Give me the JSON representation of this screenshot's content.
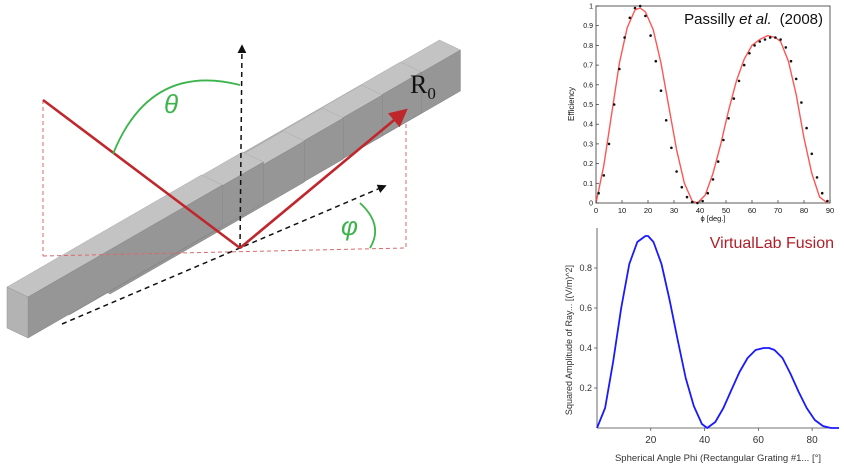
{
  "diagram": {
    "theta_symbol": "θ",
    "phi_symbol": "φ",
    "r0_label": "R",
    "r0_subscript": "0"
  },
  "colors": {
    "incident_ray": "#c0272d",
    "angle_arc": "#3cb44b",
    "measured_red": "#ff5555",
    "simulated_blue": "#1a1aff",
    "fusion_title": "#b0202a"
  },
  "chart_data": [
    {
      "type": "line",
      "title_main": "Passilly ",
      "title_italic": "et al.",
      "title_year": "(2008)",
      "xlabel": "ϕ [deg.]",
      "ylabel": "Efficiency",
      "xlim": [
        0,
        90
      ],
      "ylim": [
        0,
        1
      ],
      "x_ticks": [
        0,
        10,
        20,
        30,
        40,
        50,
        60,
        70,
        80,
        90
      ],
      "y_ticks": [
        0,
        0.1,
        0.2,
        0.3,
        0.4,
        0.5,
        0.6,
        0.7,
        0.8,
        0.9,
        1
      ],
      "y_tick_labels": [
        "0",
        "0.1",
        "0.2",
        "0.3",
        "0.4",
        "0.5",
        "0.6",
        "0.7",
        "0.8",
        "0.9",
        "1"
      ],
      "grid": false,
      "series": [
        {
          "style": "solid-red",
          "x": [
            0,
            3,
            6,
            9,
            12,
            15,
            17,
            19,
            22,
            25,
            28,
            31,
            34,
            37,
            39,
            42,
            45,
            48,
            51,
            54,
            57,
            60,
            63,
            66,
            69,
            71,
            74,
            77,
            80,
            83,
            86,
            89
          ],
          "values": [
            0.0,
            0.19,
            0.45,
            0.71,
            0.89,
            0.98,
            0.99,
            0.97,
            0.88,
            0.71,
            0.49,
            0.27,
            0.1,
            0.01,
            0.0,
            0.04,
            0.15,
            0.3,
            0.47,
            0.62,
            0.73,
            0.8,
            0.83,
            0.85,
            0.84,
            0.82,
            0.72,
            0.55,
            0.33,
            0.15,
            0.03,
            0.0
          ]
        },
        {
          "style": "dotted-black",
          "x": [
            1,
            3,
            5,
            7,
            9,
            11,
            13,
            15,
            17,
            19,
            21,
            23,
            25,
            27,
            29,
            31,
            33,
            35,
            37,
            39,
            41,
            43,
            45,
            47,
            49,
            51,
            53,
            55,
            57,
            59,
            61,
            63,
            65,
            67,
            69,
            71,
            73,
            75,
            77,
            79,
            81,
            83,
            85,
            87,
            89
          ],
          "values": [
            0.05,
            0.14,
            0.3,
            0.5,
            0.68,
            0.84,
            0.94,
            0.99,
            1.0,
            0.95,
            0.85,
            0.72,
            0.57,
            0.42,
            0.28,
            0.16,
            0.08,
            0.03,
            0.005,
            0.0,
            0.01,
            0.05,
            0.12,
            0.21,
            0.32,
            0.43,
            0.53,
            0.62,
            0.7,
            0.76,
            0.8,
            0.82,
            0.83,
            0.84,
            0.84,
            0.83,
            0.79,
            0.72,
            0.63,
            0.51,
            0.38,
            0.25,
            0.13,
            0.05,
            0.01
          ]
        }
      ]
    },
    {
      "type": "line",
      "title": "VirtualLab Fusion",
      "xlabel": "Spherical Angle Phi (Rectangular Grating #1... [°]",
      "ylabel": "Squared Amplitude of Ray... [(V/m)^2]",
      "xlim": [
        0,
        90
      ],
      "ylim": [
        0,
        1.0
      ],
      "x_ticks": [
        20,
        40,
        60,
        80
      ],
      "y_ticks": [
        0.2,
        0.4,
        0.6,
        0.8
      ],
      "y_tick_labels": [
        "0.2",
        "0.4",
        "0.6",
        "0.8"
      ],
      "grid": false,
      "series": [
        {
          "style": "solid-blue",
          "x": [
            0,
            3,
            6,
            9,
            12,
            15,
            18,
            19,
            21,
            24,
            27,
            30,
            33,
            36,
            39,
            41,
            44,
            47,
            50,
            53,
            56,
            59,
            62,
            64,
            66,
            69,
            72,
            75,
            78,
            81,
            84,
            87,
            90
          ],
          "values": [
            0.0,
            0.1,
            0.33,
            0.6,
            0.82,
            0.93,
            0.96,
            0.96,
            0.93,
            0.82,
            0.64,
            0.44,
            0.25,
            0.11,
            0.02,
            0.0,
            0.03,
            0.1,
            0.19,
            0.28,
            0.35,
            0.39,
            0.4,
            0.4,
            0.39,
            0.35,
            0.27,
            0.18,
            0.1,
            0.04,
            0.01,
            0.0,
            0.0
          ]
        }
      ]
    }
  ]
}
